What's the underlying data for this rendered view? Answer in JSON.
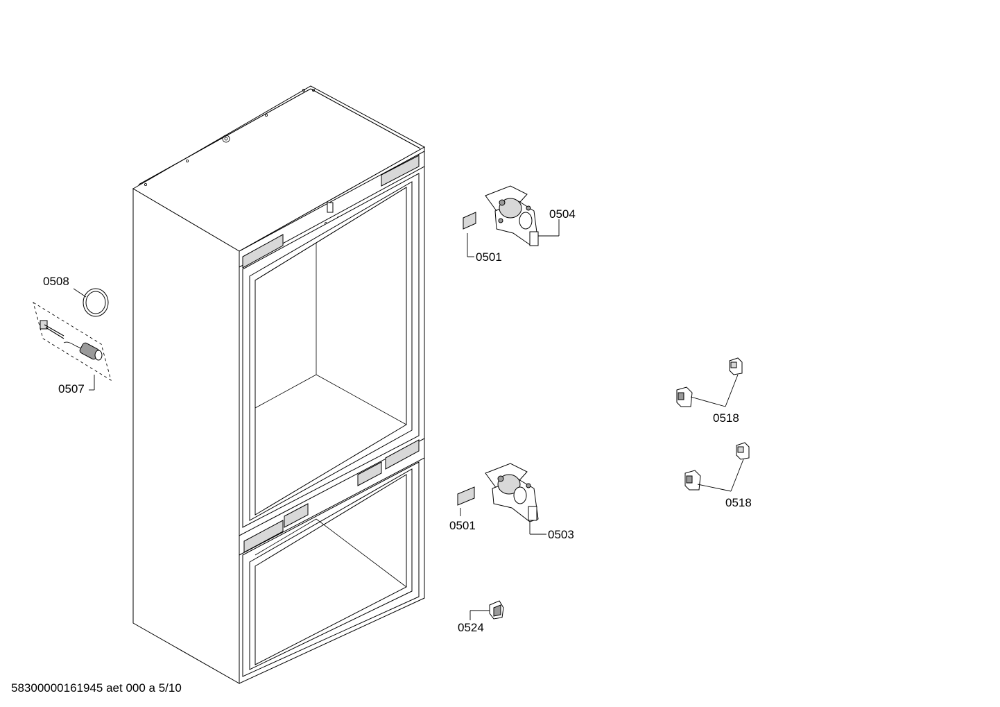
{
  "callouts": {
    "c0501a": "0501",
    "c0504": "0504",
    "c0508": "0508",
    "c0507": "0507",
    "c0518a": "0518",
    "c0518b": "0518",
    "c0501b": "0501",
    "c0503": "0503",
    "c0524": "0524"
  },
  "footer": {
    "document_id": "58300000161945 aet 000 a 5/10"
  }
}
